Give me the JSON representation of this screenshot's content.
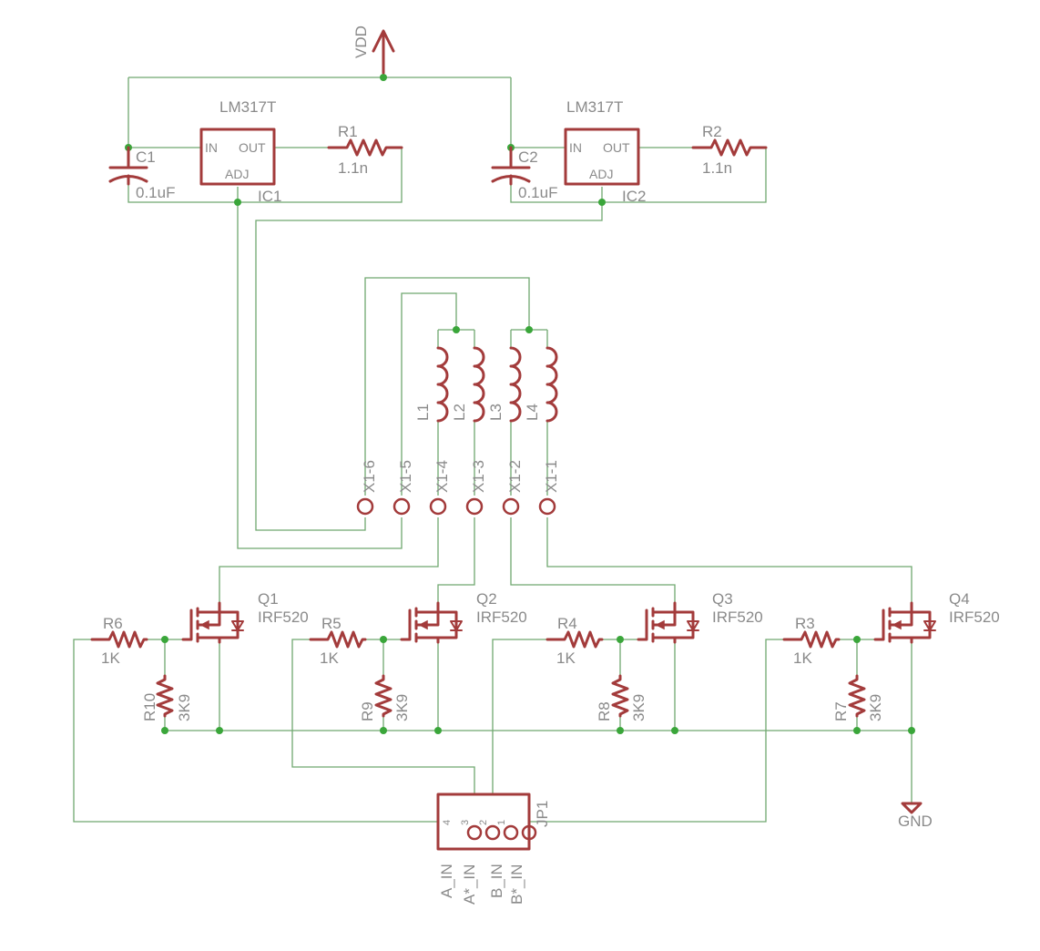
{
  "power": {
    "vdd": "VDD",
    "gnd": "GND"
  },
  "regulators": [
    {
      "ref": "IC1",
      "part": "LM317T",
      "pin_in": "IN",
      "pin_out": "OUT",
      "pin_adj": "ADJ"
    },
    {
      "ref": "IC2",
      "part": "LM317T",
      "pin_in": "IN",
      "pin_out": "OUT",
      "pin_adj": "ADJ"
    }
  ],
  "capacitors": [
    {
      "ref": "C1",
      "value": "0.1uF"
    },
    {
      "ref": "C2",
      "value": "0.1uF"
    }
  ],
  "regulator_resistors": [
    {
      "ref": "R1",
      "value": "1.1n"
    },
    {
      "ref": "R2",
      "value": "1.1n"
    }
  ],
  "inductors": [
    "L1",
    "L2",
    "L3",
    "L4"
  ],
  "connector_x1": [
    "X1-6",
    "X1-5",
    "X1-4",
    "X1-3",
    "X1-2",
    "X1-1"
  ],
  "mosfets": [
    {
      "ref": "Q1",
      "part": "IRF520"
    },
    {
      "ref": "Q2",
      "part": "IRF520"
    },
    {
      "ref": "Q3",
      "part": "IRF520"
    },
    {
      "ref": "Q4",
      "part": "IRF520"
    }
  ],
  "gate_resistors": [
    {
      "ref": "R6",
      "value": "1K"
    },
    {
      "ref": "R5",
      "value": "1K"
    },
    {
      "ref": "R4",
      "value": "1K"
    },
    {
      "ref": "R3",
      "value": "1K"
    }
  ],
  "pulldown_resistors": [
    {
      "ref": "R10",
      "value": "3K9"
    },
    {
      "ref": "R9",
      "value": "3K9"
    },
    {
      "ref": "R8",
      "value": "3K9"
    },
    {
      "ref": "R7",
      "value": "3K9"
    }
  ],
  "header": {
    "ref": "JP1",
    "pin_numbers": [
      "4",
      "3",
      "2",
      "1"
    ],
    "signals": [
      "A_IN",
      "A*_IN",
      "B_IN",
      "B*_IN"
    ]
  }
}
